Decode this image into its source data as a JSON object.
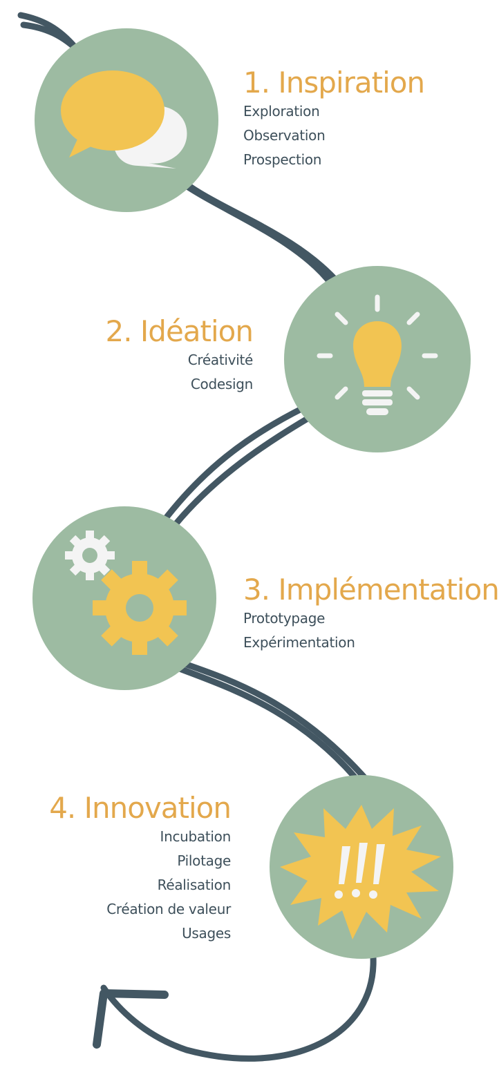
{
  "colors": {
    "circle": "#9dbba2",
    "accent": "#f2c452",
    "path": "#435763",
    "title": "#e3a84c",
    "text": "#3d4f5a",
    "white": "#f4f4f4"
  },
  "steps": [
    {
      "title": "1. Inspiration",
      "items": [
        "Exploration",
        "Observation",
        "Prospection"
      ],
      "icon": "speech-bubbles-icon"
    },
    {
      "title": "2. Idéation",
      "items": [
        "Créativité",
        "Codesign"
      ],
      "icon": "lightbulb-icon"
    },
    {
      "title": "3. Implémentation",
      "items": [
        "Prototypage",
        "Expérimentation"
      ],
      "icon": "gears-icon"
    },
    {
      "title": "4. Innovation",
      "items": [
        "Incubation",
        "Pilotage",
        "Réalisation",
        "Création de valeur",
        "Usages"
      ],
      "icon": "exclamation-burst-icon"
    }
  ]
}
